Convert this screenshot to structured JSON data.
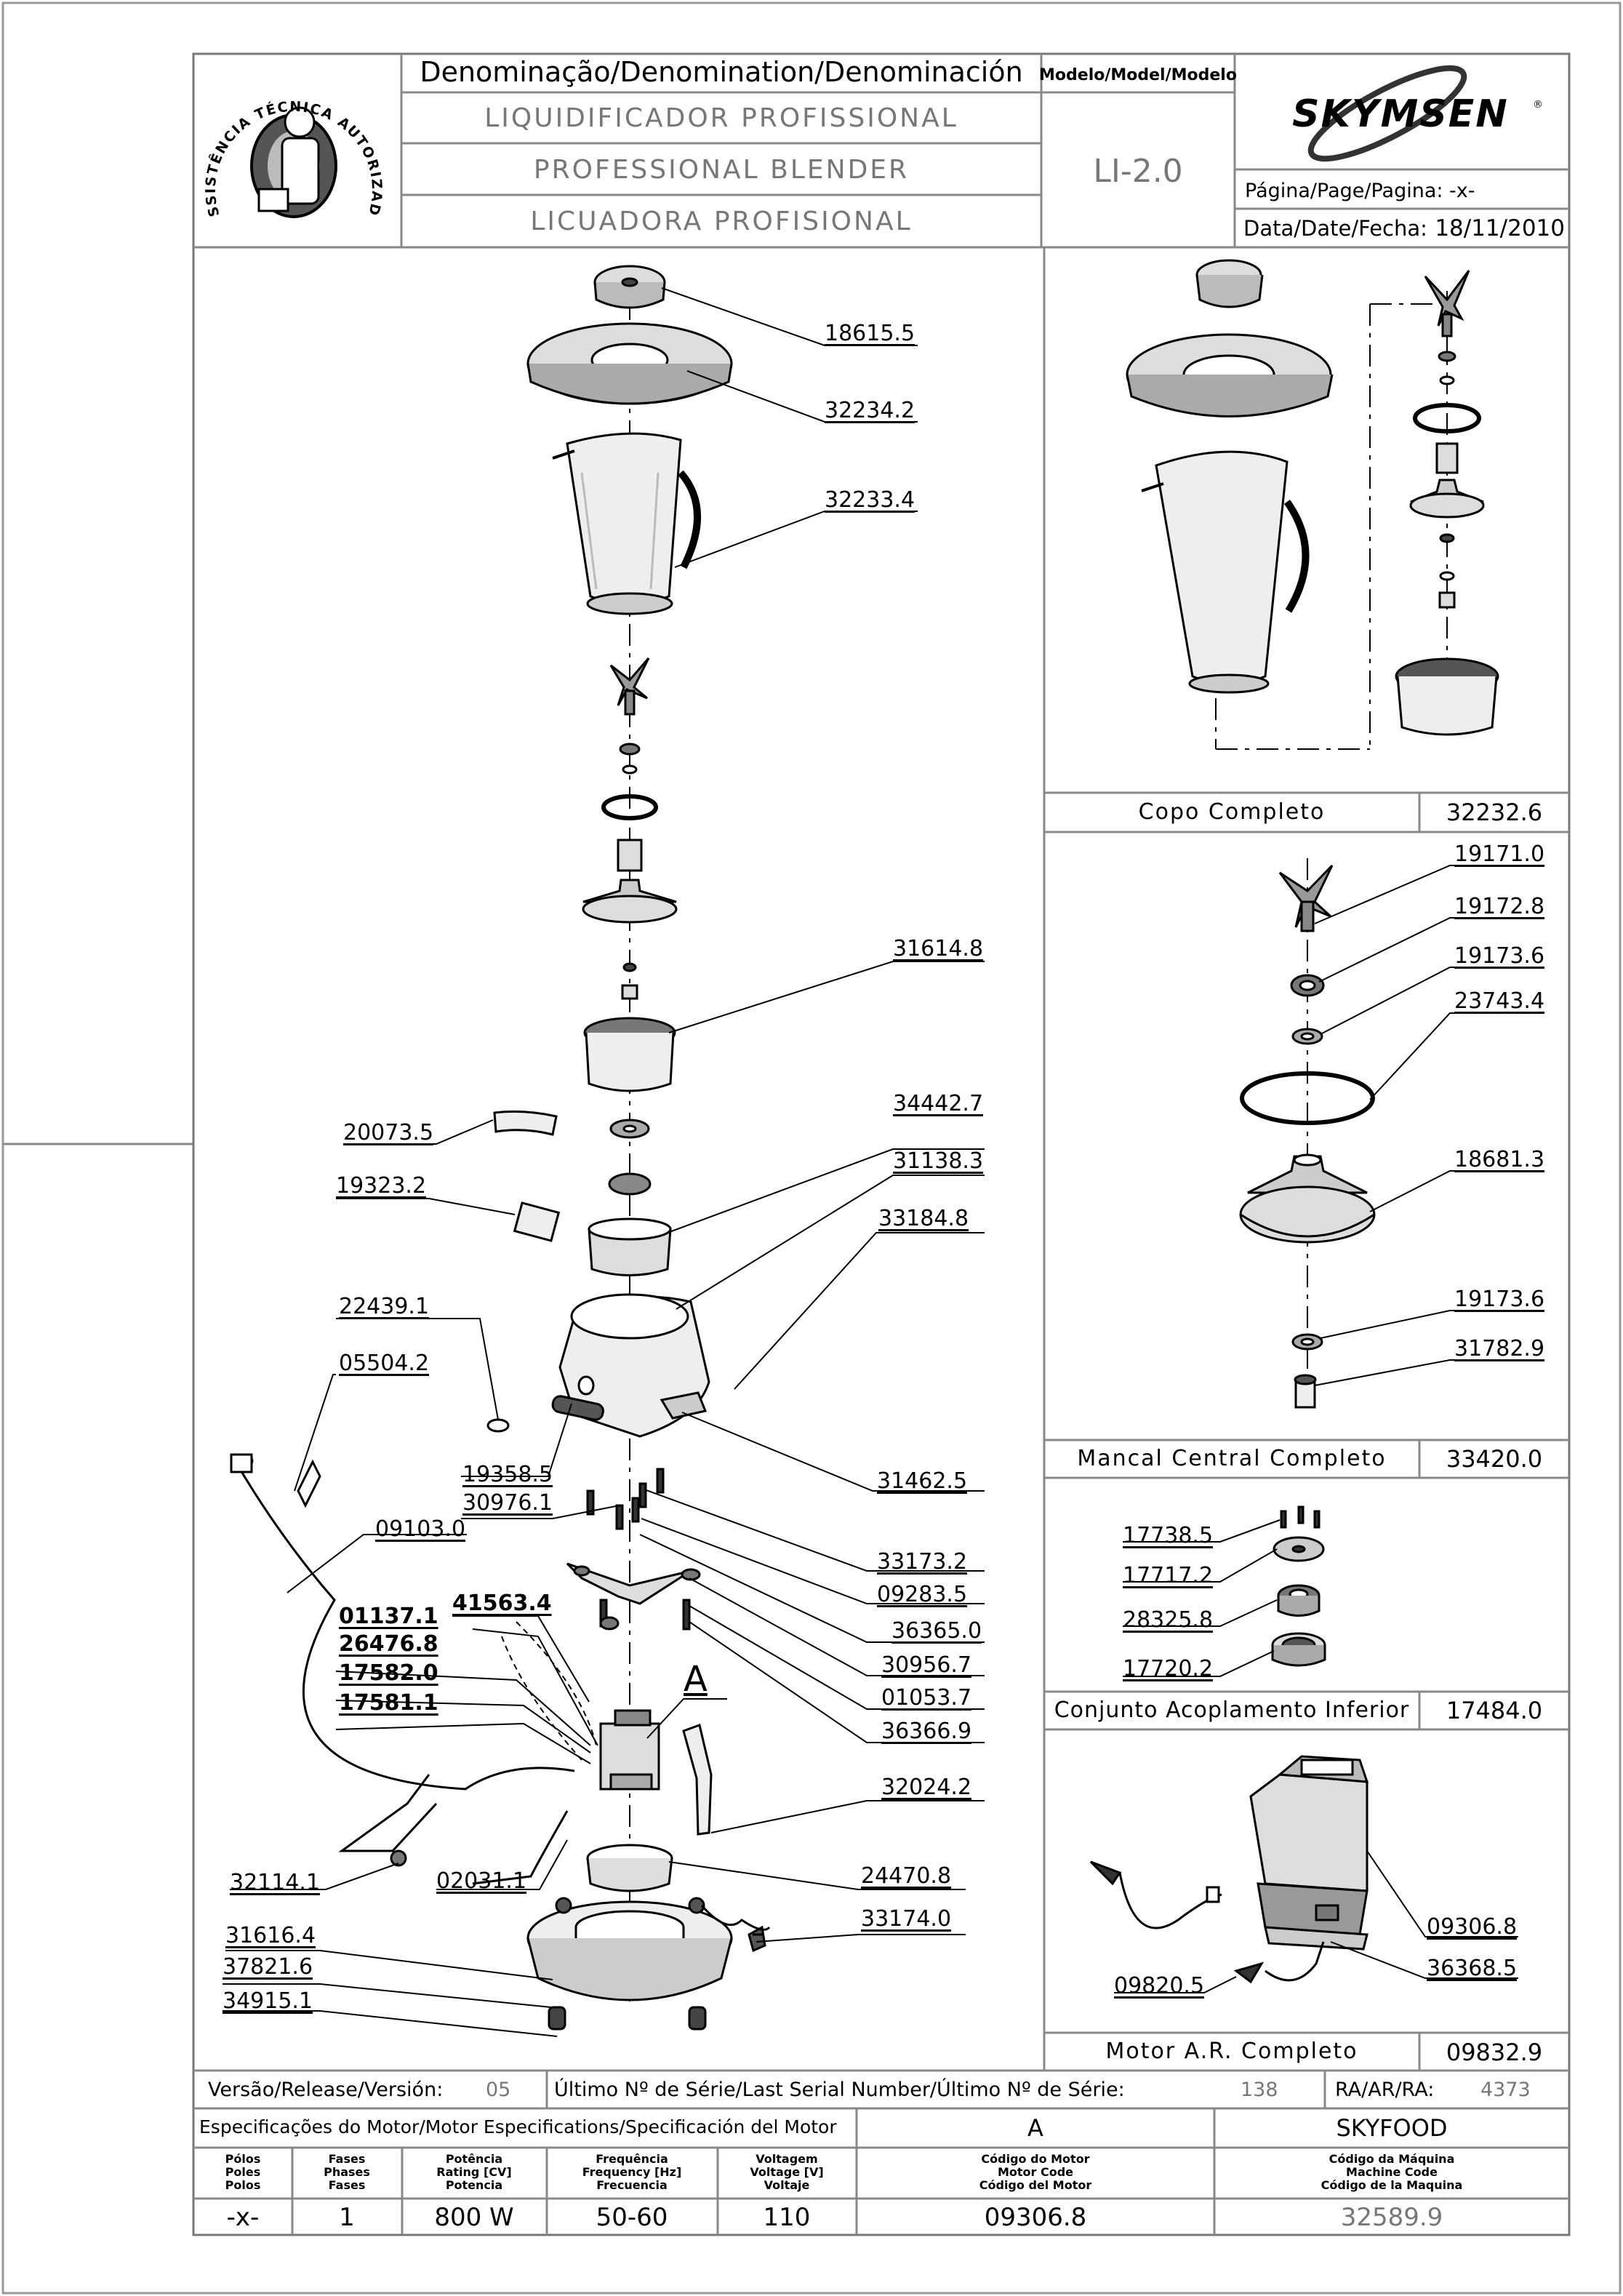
{
  "header": {
    "denomination_label": "Denominação/Denomination/Denominación",
    "name_pt": "LIQUIDIFICADOR PROFISSIONAL",
    "name_en": "PROFESSIONAL BLENDER",
    "name_es": "LICUADORA PROFISIONAL",
    "model_label": "Modelo/Model/Modelo",
    "model_value": "LI-2.0",
    "brand": "SKYMSEN",
    "brand_mark": "®",
    "page_label": "Página/Page/Pagina: -x-",
    "date_label": "Data/Date/Fecha:",
    "date_value": "18/11/2010",
    "logo_text": "ASSISTÊNCIA TÉCNICA AUTORIZADA"
  },
  "main_parts": [
    {
      "code": "18615.5"
    },
    {
      "code": "32234.2"
    },
    {
      "code": "32233.4"
    },
    {
      "code": "31614.8"
    },
    {
      "code": "20073.5"
    },
    {
      "code": "34442.7"
    },
    {
      "code": "31138.3"
    },
    {
      "code": "19323.2"
    },
    {
      "code": "33184.8"
    },
    {
      "code": "22439.1"
    },
    {
      "code": "05504.2"
    },
    {
      "code": "19358.5"
    },
    {
      "code": "31462.5"
    },
    {
      "code": "30976.1"
    },
    {
      "code": "09103.0"
    },
    {
      "code": "33173.2"
    },
    {
      "code": "09283.5"
    },
    {
      "code": "41563.4"
    },
    {
      "code": "01137.1"
    },
    {
      "code": "36365.0"
    },
    {
      "code": "26476.8"
    },
    {
      "code": "17582.0"
    },
    {
      "code": "30956.7"
    },
    {
      "code": "17581.1"
    },
    {
      "code": "01053.7"
    },
    {
      "code": "36366.9"
    },
    {
      "code": "32024.2"
    },
    {
      "code": "32114.1"
    },
    {
      "code": "02031.1"
    },
    {
      "code": "24470.8"
    },
    {
      "code": "33174.0"
    },
    {
      "code": "31616.4"
    },
    {
      "code": "37821.6"
    },
    {
      "code": "34915.1"
    }
  ],
  "detail_A_label": "A",
  "assemblies": [
    {
      "name": "Copo Completo",
      "code": "32232.6"
    },
    {
      "name": "Mancal Central Completo",
      "code": "33420.0"
    },
    {
      "name": "Conjunto Acoplamento Inferior",
      "code": "17484.0"
    },
    {
      "name": "Motor A.R. Completo",
      "code": "09832.9"
    }
  ],
  "mancal_parts": [
    "19171.0",
    "19172.8",
    "19173.6",
    "23743.4",
    "18681.3",
    "19173.6",
    "31782.9"
  ],
  "acoplamento_parts": [
    "17738.5",
    "17717.2",
    "28325.8",
    "17720.2"
  ],
  "motor_parts": [
    "09306.8",
    "36368.5",
    "09820.5"
  ],
  "release": {
    "label": "Versão/Release/Versión:",
    "value": "05",
    "serial_label": "Último Nº de Série/Last Serial Number/Último Nº de Série:",
    "serial_value": "138",
    "ra_label": "RA/AR/RA:",
    "ra_value": "4373"
  },
  "motor_spec": {
    "title": "Especificações do Motor/Motor Especifications/Specificación del Motor",
    "group_a": "A",
    "group_b": "SKYFOOD",
    "columns": [
      [
        "Pólos",
        "Poles",
        "Polos"
      ],
      [
        "Fases",
        "Phases",
        "Fases"
      ],
      [
        "Potência",
        "Rating [CV]",
        "Potencia"
      ],
      [
        "Frequência",
        "Frequency [Hz]",
        "Frecuencia"
      ],
      [
        "Voltagem",
        "Voltage [V]",
        "Voltaje"
      ],
      [
        "Código do Motor",
        "Motor Code",
        "Código del Motor"
      ],
      [
        "Código da Máquina",
        "Machine Code",
        "Código de la Maquina"
      ]
    ],
    "values": [
      "-x-",
      "1",
      "800 W",
      "50-60",
      "110",
      "09306.8",
      "32589.9"
    ]
  }
}
